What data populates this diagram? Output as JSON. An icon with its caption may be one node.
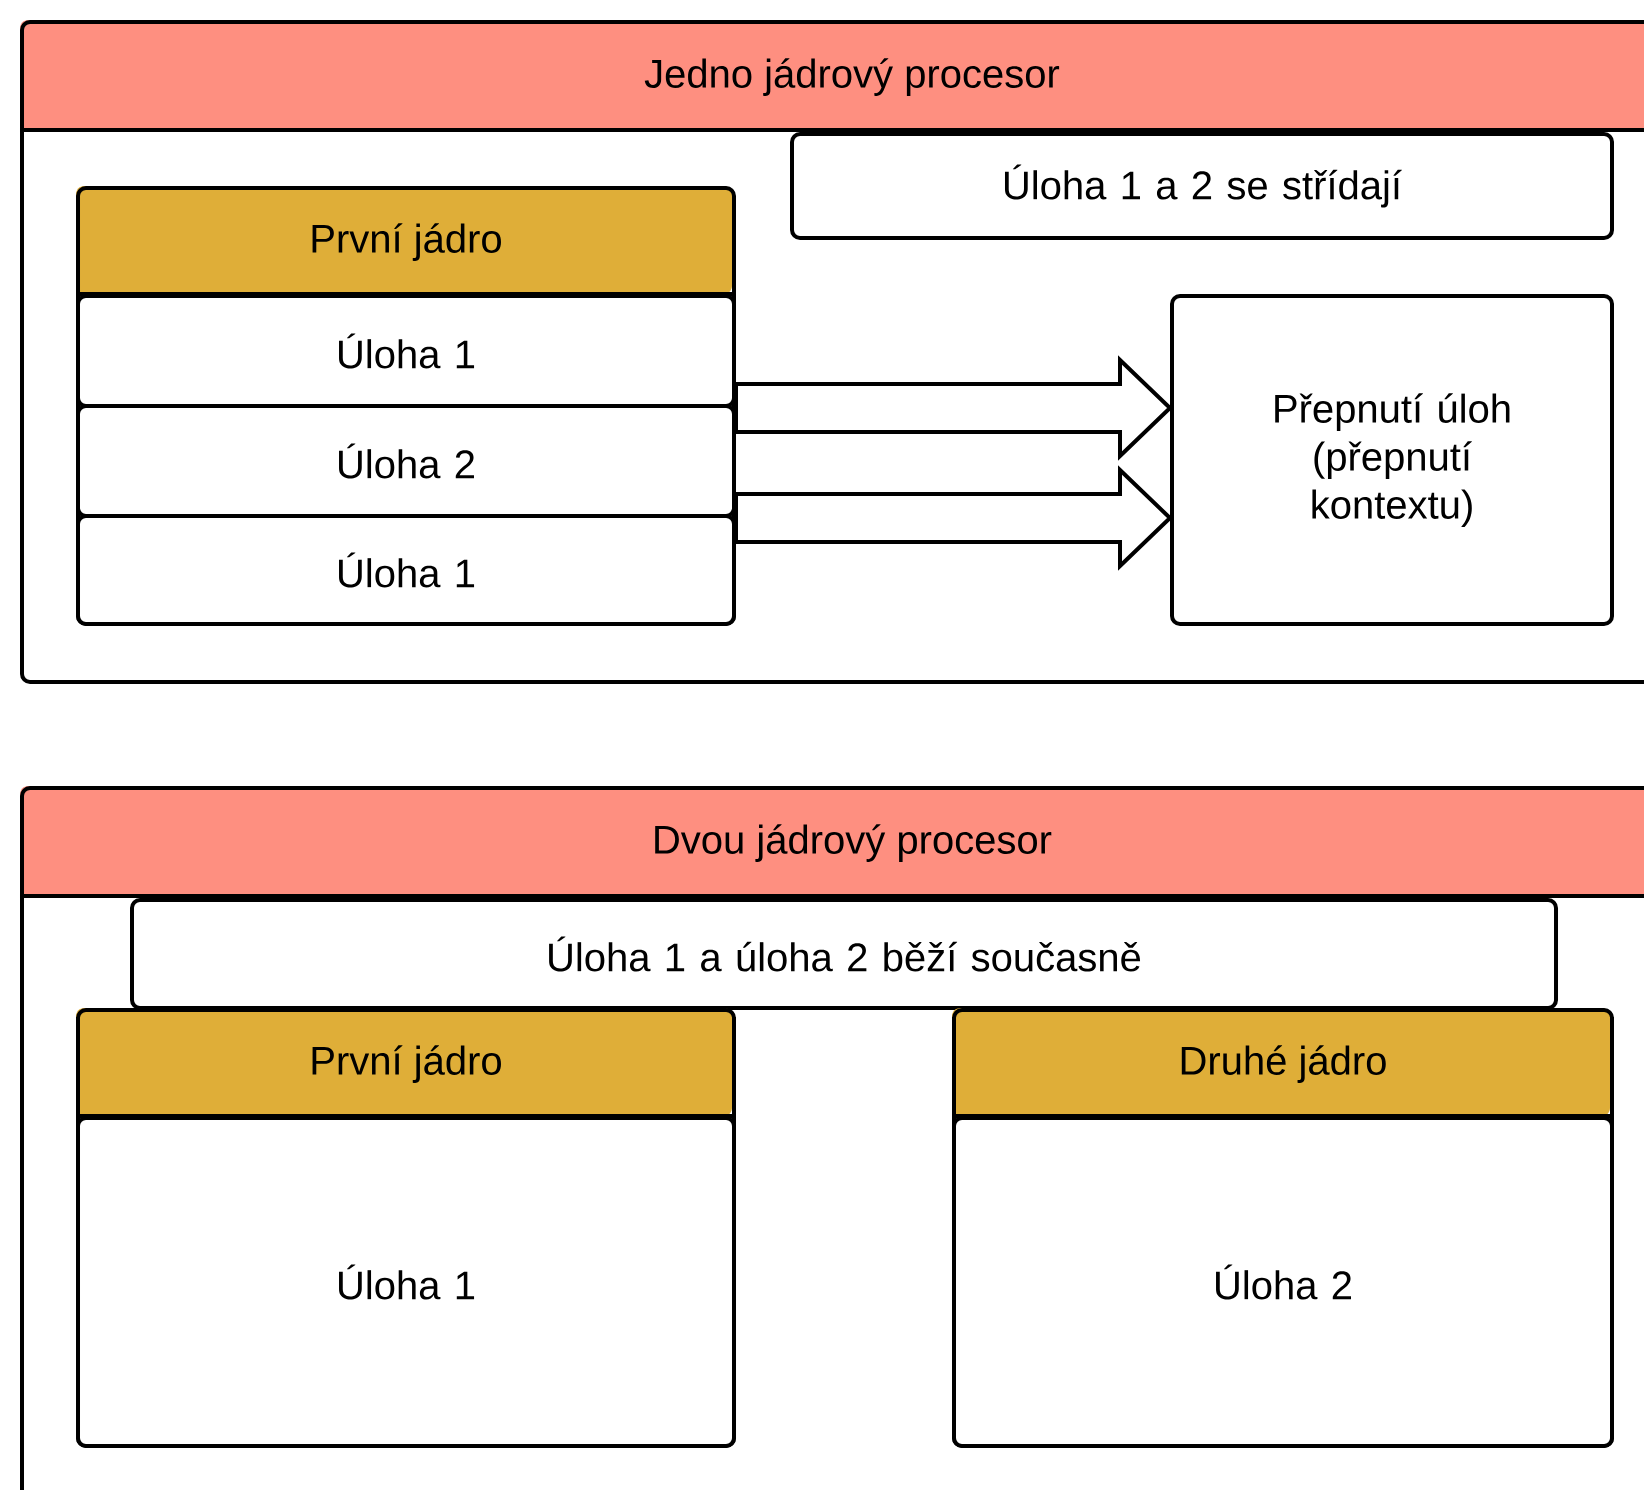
{
  "diagram": {
    "nodes": [
      {
        "text": [
          "Jedno jádrový procesor"
        ]
      },
      {
        "text": [
          "Úloha 1 a 2 se střídají"
        ],
        "in": 0
      },
      {
        "text": [
          "První jádro"
        ],
        "in": 0
      },
      {
        "text": [
          "Úloha 1"
        ],
        "in": 2
      },
      {
        "text": [
          "Úloha 2"
        ],
        "in": 2
      },
      {
        "text": [
          "Úloha 1"
        ],
        "in": 2
      },
      {
        "text": [
          "Přepnutí úloh (přepnutí kontextu)"
        ],
        "in": 0
      },
      {
        "text": [
          "Dvou jádrový procesor"
        ]
      },
      {
        "text": [
          "Úloha 1 a úloha 2 běží současně"
        ],
        "in": 7
      },
      {
        "text": [
          "První jádro"
        ],
        "in": 7
      },
      {
        "text": [
          "Úloha 1"
        ],
        "in": 9
      },
      {
        "text": [
          "Druhé jádro"
        ],
        "in": 7
      },
      {
        "text": [
          "Úloha 2"
        ],
        "in": 11
      }
    ],
    "edges": [
      {
        "from": 3,
        "to": 6,
        "arrow": "to"
      },
      {
        "from": 4,
        "to": 6,
        "arrow": "to"
      }
    ]
  }
}
